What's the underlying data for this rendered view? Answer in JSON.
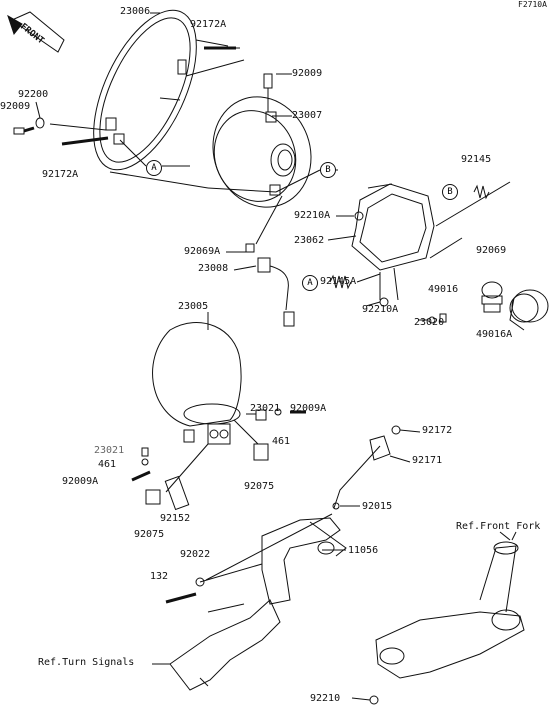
{
  "diagram_code": "F2710A",
  "front_tag": "FRONT",
  "parts": {
    "p23006": "23006",
    "p92172A_top": "92172A",
    "p92009_top": "92009",
    "p92200": "92200",
    "p92009_left": "92009",
    "p23007": "23007",
    "p92172A_left": "92172A",
    "p92145": "92145",
    "p92210A_top": "92210A",
    "p23062": "23062",
    "p92069A": "92069A",
    "p23008": "23008",
    "p92069": "92069",
    "p49016": "49016",
    "p92145A": "92145A",
    "p92210A_bottom": "92210A",
    "p23020": "23020",
    "p49016A": "49016A",
    "p23005": "23005",
    "p23021_right": "23021",
    "p92009A_right": "92009A",
    "p461_right": "461",
    "p23021_left": "23021",
    "p461_left": "461",
    "p92009A_left": "92009A",
    "p92075_right": "92075",
    "p92152": "92152",
    "p92075_left": "92075",
    "p92172": "92172",
    "p92171": "92171",
    "p92015": "92015",
    "p92022": "92022",
    "p11056": "11056",
    "p132": "132",
    "p92210": "92210"
  },
  "refs": {
    "front_fork": "Ref.Front Fork",
    "turn_signals": "Ref.Turn Signals"
  },
  "callouts": {
    "A": "A",
    "B": "B"
  }
}
